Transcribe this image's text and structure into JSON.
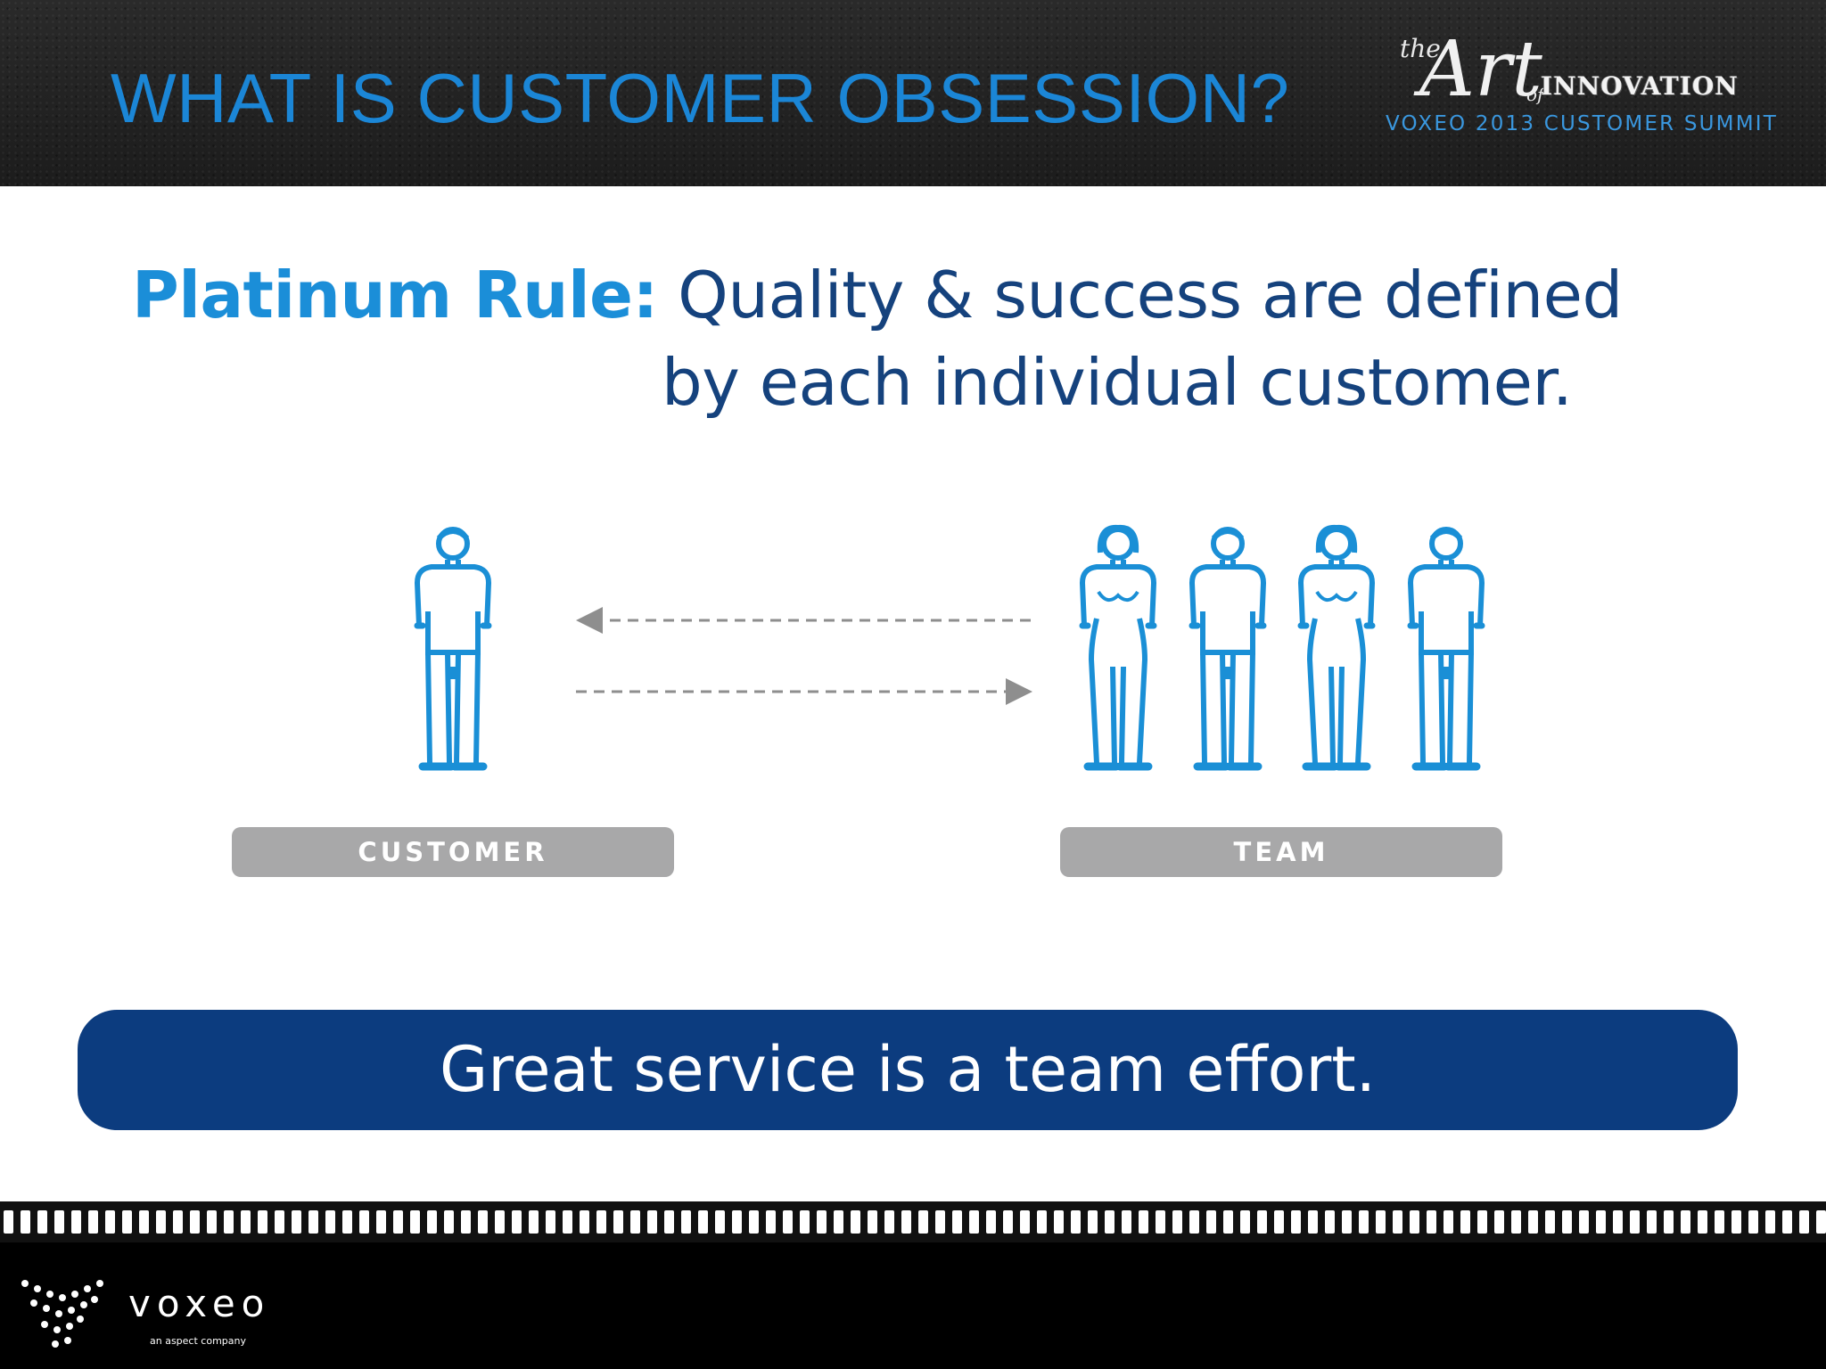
{
  "header": {
    "title": "WHAT IS CUSTOMER OBSESSION?",
    "event_logo": {
      "the": "the",
      "art": "Art",
      "of": "of",
      "innovation": "INNOVATION",
      "subtitle": "VOXEO 2013 CUSTOMER SUMMIT"
    }
  },
  "rule": {
    "label": "Platinum Rule:",
    "line1": "Quality & success are defined",
    "line2": "by each individual customer."
  },
  "diagram": {
    "customer_label": "CUSTOMER",
    "team_label": "TEAM",
    "figure_color": "#1a8fd6",
    "arrow_color": "#8e8e8e"
  },
  "tagline": "Great service is a team effort.",
  "footer": {
    "brand": "voxeo",
    "brand_tagline": "an aspect company"
  },
  "colors": {
    "title_blue": "#1b86d6",
    "navy": "#15427d",
    "tagline_bg": "#0c3c7f",
    "pill_gray": "#a8a8a9",
    "header_bg": "#222222"
  }
}
